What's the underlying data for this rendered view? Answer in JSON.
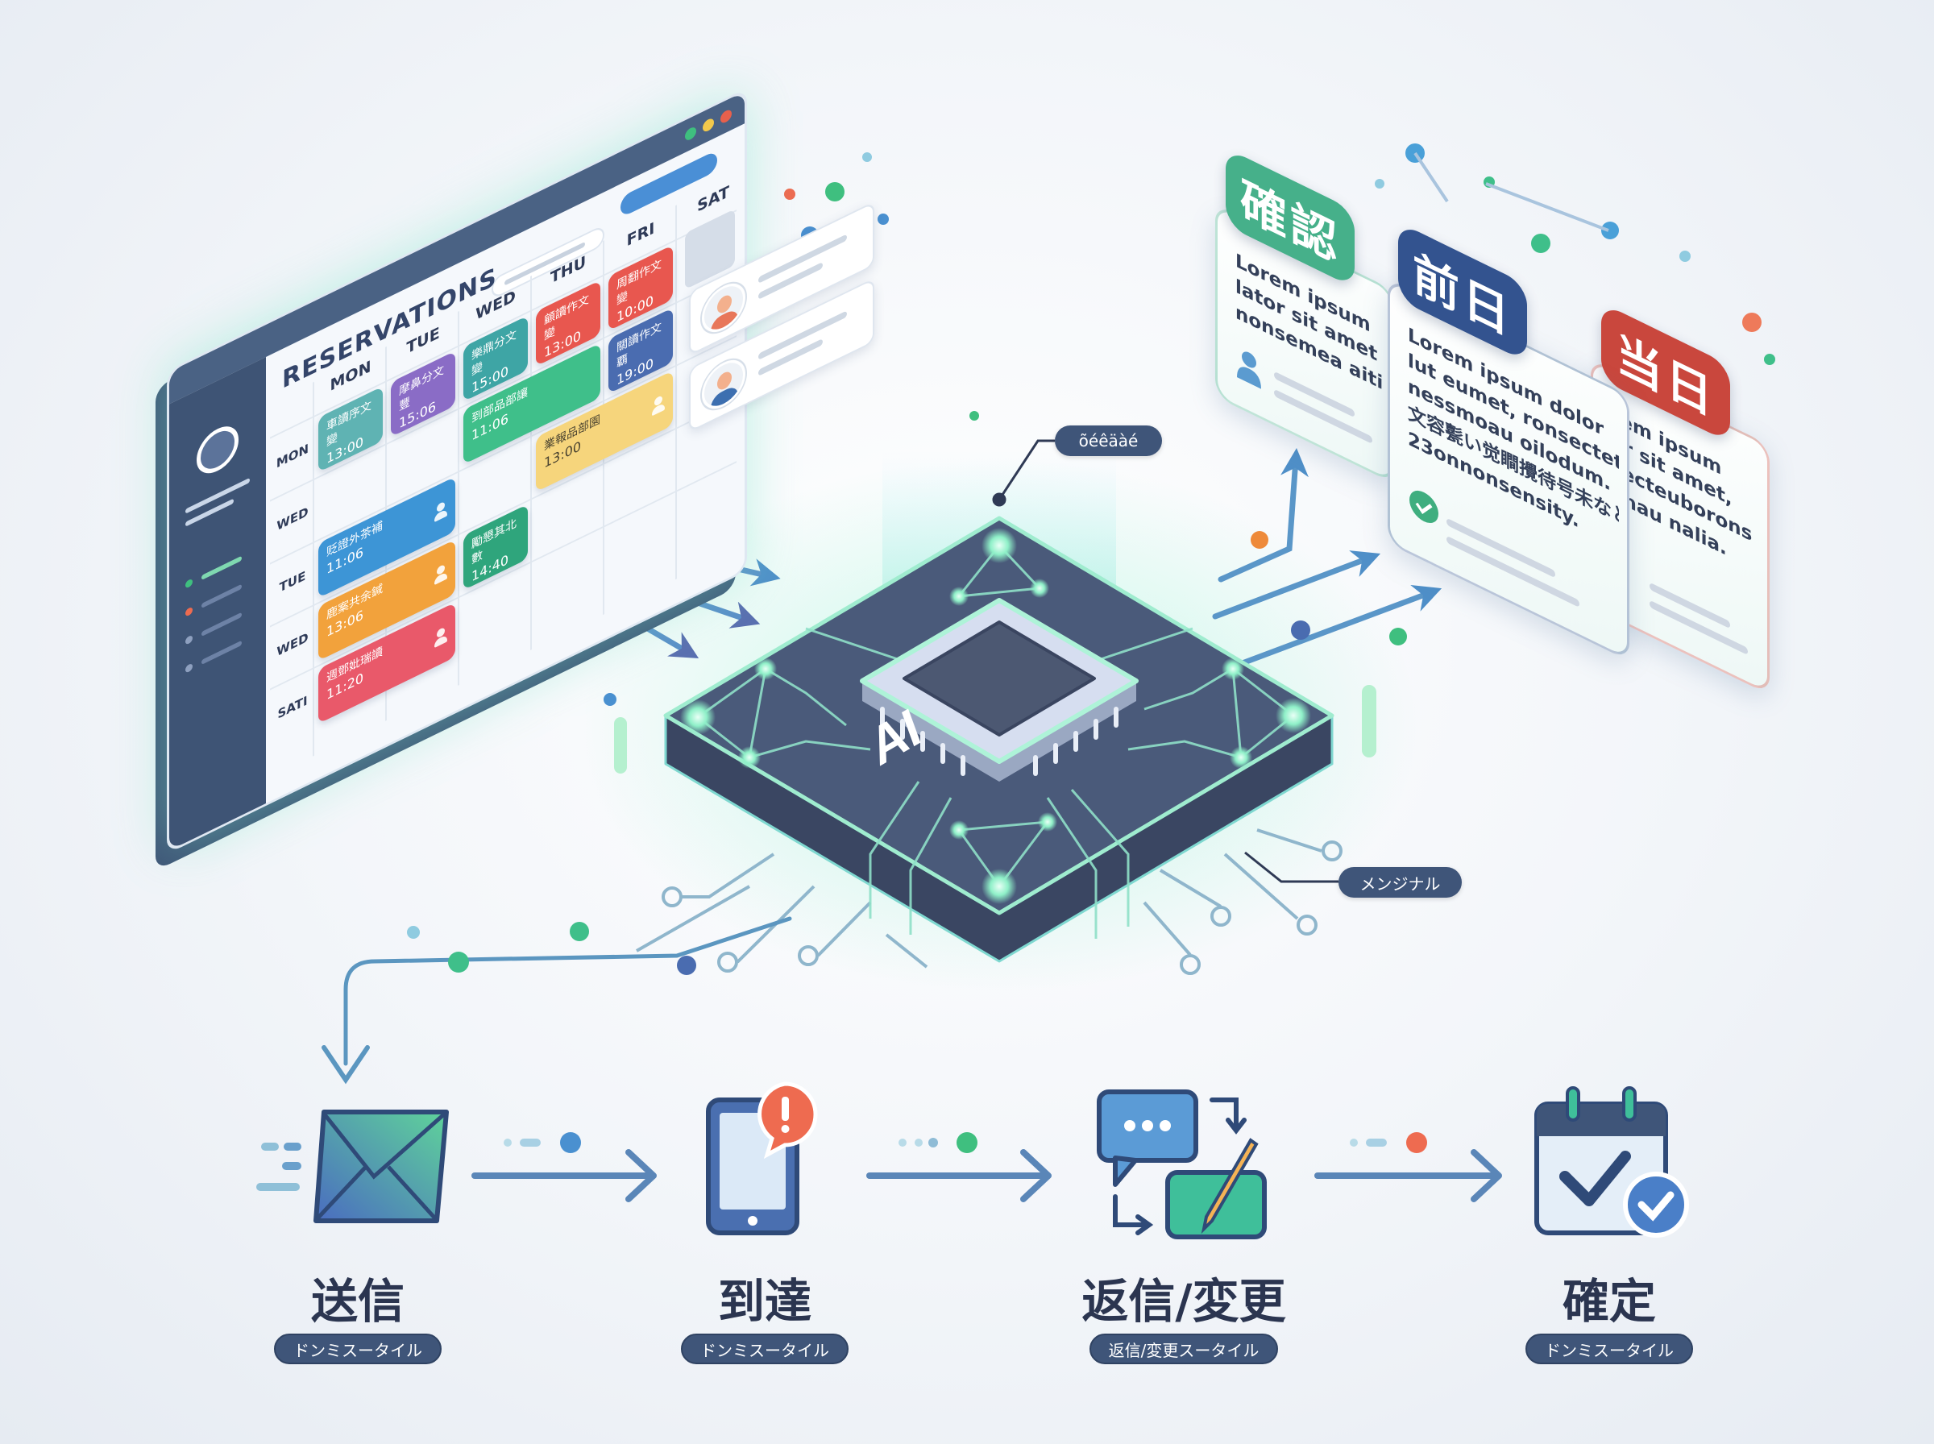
{
  "calendar": {
    "title": "RESERVATIONS",
    "days": [
      "MON",
      "TUE",
      "WED",
      "THU",
      "FRI",
      "SAT"
    ],
    "row_labels": [
      "MON",
      "WED",
      "TUE",
      "WED",
      "SATI"
    ],
    "window_dots": [
      "#3fbf7f",
      "#f2c94c",
      "#e8604c"
    ],
    "events": [
      {
        "text": "車讀序文變",
        "time": "13:00",
        "color": "#5fb3b3",
        "col": 0,
        "span": 1,
        "row": 0,
        "icon": "tag-icon"
      },
      {
        "text": "摩鼻分文豐",
        "time": "15:06",
        "color": "#8a6cc6",
        "col": 1,
        "span": 1,
        "row": 0
      },
      {
        "text": "樂鼎分文變",
        "time": "15:00",
        "color": "#3ea5a5",
        "col": 2,
        "span": 1,
        "row": 0
      },
      {
        "text": "顧讀作文變",
        "time": "13:00",
        "color": "#e8574f",
        "col": 3,
        "span": 1,
        "row": 0
      },
      {
        "text": "周翻作文變",
        "time": "10:00",
        "color": "#e8574f",
        "col": 4,
        "span": 1,
        "row": 0
      },
      {
        "text": "關讀作文覇",
        "time": "19:00",
        "color": "#4a6cb0",
        "col": 4,
        "span": 1,
        "row": 1,
        "icon": "person-icon"
      },
      {
        "text": "到部品部讓",
        "time": "11:06",
        "color": "#3fbf8a",
        "col": 2,
        "span": 2,
        "row": 1
      },
      {
        "text": "贬證外茶補",
        "time": "11:06",
        "color": "#3d95d6",
        "col": 0,
        "span": 2,
        "row": 2,
        "icon": "person-icon"
      },
      {
        "text": "業報品部園",
        "time": "13:00",
        "color": "#f6d57c",
        "col": 3,
        "span": 2,
        "row": 2,
        "icon": "person-icon",
        "dark": true
      },
      {
        "text": "鹿案共余鍼",
        "time": "13:06",
        "color": "#f2a23c",
        "col": 0,
        "span": 2,
        "row": 3,
        "icon": "lock-icon"
      },
      {
        "text": "勵懇其北數",
        "time": "14:40",
        "color": "#2fa57c",
        "col": 2,
        "span": 1,
        "row": 3
      },
      {
        "text": "週鄧妣瑞讀",
        "time": "11:20",
        "color": "#e9596a",
        "col": 0,
        "span": 2,
        "row": 4,
        "icon": "person-icon"
      }
    ]
  },
  "chip": {
    "label": "AI"
  },
  "callouts": {
    "top": "õéêäàé",
    "bottom": "メンジナル"
  },
  "cards": [
    {
      "tab": "確認",
      "tab_color": "#46b08a",
      "lines": [
        "Lorem ipsum",
        "lator sit amet stetis",
        "nonsemea aitin."
      ],
      "icon": "person-icon"
    },
    {
      "tab": "当日",
      "tab_color": "#c9473d",
      "lines": [
        "rem ipsum",
        "or sit amet,",
        "secteuborons",
        "anau nalia."
      ]
    },
    {
      "tab": "前日",
      "tab_color": "#33538f",
      "lines": [
        "Lorem ipsum dolor",
        "lut eumet, ronsecteturimk",
        "nessmoau oilodum.",
        "文容甏い觉瞷攪待号未なと",
        "23onnonsensity."
      ],
      "icon": "check-circle-icon"
    }
  ],
  "flow": {
    "steps": [
      {
        "label": "送信",
        "tag": "ドンミスータイル",
        "icon": "envelope-icon"
      },
      {
        "label": "到達",
        "tag": "ドンミスータイル",
        "icon": "phone-alert-icon"
      },
      {
        "label": "返信/変更",
        "tag": "返信/変更スータイル",
        "icon": "chat-edit-icon"
      },
      {
        "label": "確定",
        "tag": "ドンミスータイル",
        "icon": "calendar-check-icon"
      }
    ],
    "arrow_dot_colors": [
      "#4a90d0",
      "#3fbf7f",
      "#ee6b50"
    ]
  },
  "colors": {
    "accent_green": "#7fe0c0",
    "chip_top": "#4a5a7a",
    "chip_side": "#3a4662",
    "navy": "#3f5579"
  }
}
